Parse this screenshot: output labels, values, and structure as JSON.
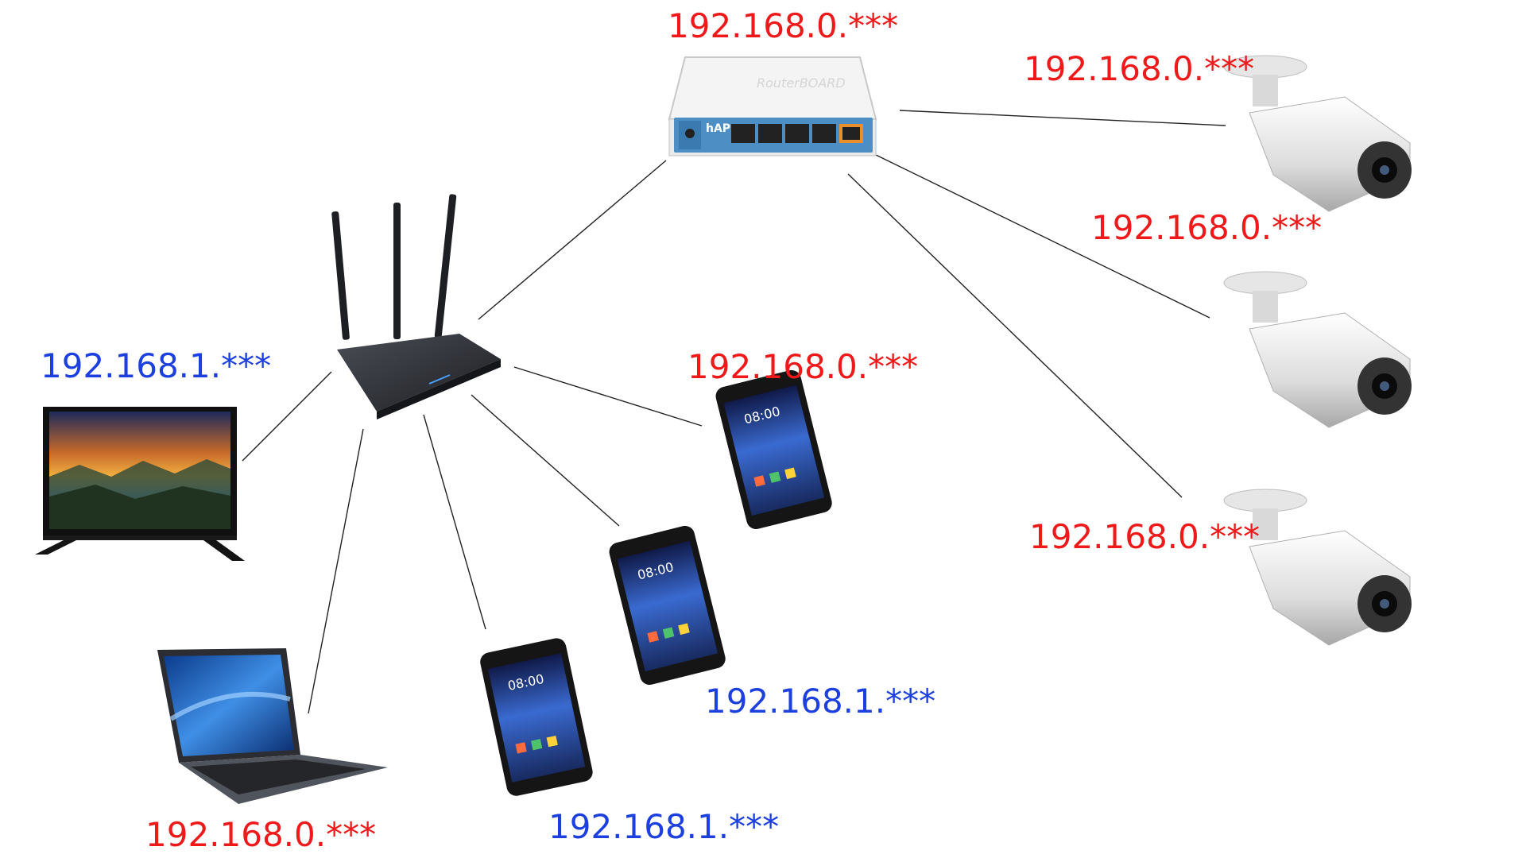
{
  "colors": {
    "red": "#f01818",
    "blue": "#1c3fe0",
    "link": "#222222"
  },
  "devices": [
    {
      "id": "mikrotik-router",
      "icon": "mikrotik-hap-router",
      "ip": "192.168.0.***",
      "net": "red"
    },
    {
      "id": "wifi-router",
      "icon": "wifi-router",
      "ip": "",
      "net": ""
    },
    {
      "id": "camera-1",
      "icon": "cctv-camera",
      "ip": "192.168.0.***",
      "net": "red"
    },
    {
      "id": "camera-2",
      "icon": "cctv-camera",
      "ip": "192.168.0.***",
      "net": "red"
    },
    {
      "id": "camera-3",
      "icon": "cctv-camera",
      "ip": "192.168.0.***",
      "net": "red"
    },
    {
      "id": "tv",
      "icon": "tv",
      "ip": "192.168.1.***",
      "net": "blue"
    },
    {
      "id": "laptop",
      "icon": "laptop",
      "ip": "192.168.0.***",
      "net": "red"
    },
    {
      "id": "phone-1",
      "icon": "smartphone",
      "ip": "192.168.0.***",
      "net": "red"
    },
    {
      "id": "phone-2",
      "icon": "smartphone",
      "ip": "192.168.1.***",
      "net": "blue"
    },
    {
      "id": "phone-3",
      "icon": "smartphone",
      "ip": "192.168.1.***",
      "net": "blue"
    }
  ],
  "router_label": "hAP",
  "links": [
    [
      "mikrotik-router",
      "wifi-router"
    ],
    [
      "mikrotik-router",
      "camera-1"
    ],
    [
      "mikrotik-router",
      "camera-2"
    ],
    [
      "mikrotik-router",
      "camera-3"
    ],
    [
      "wifi-router",
      "tv"
    ],
    [
      "wifi-router",
      "laptop"
    ],
    [
      "wifi-router",
      "phone-1"
    ],
    [
      "wifi-router",
      "phone-2"
    ],
    [
      "wifi-router",
      "phone-3"
    ]
  ]
}
